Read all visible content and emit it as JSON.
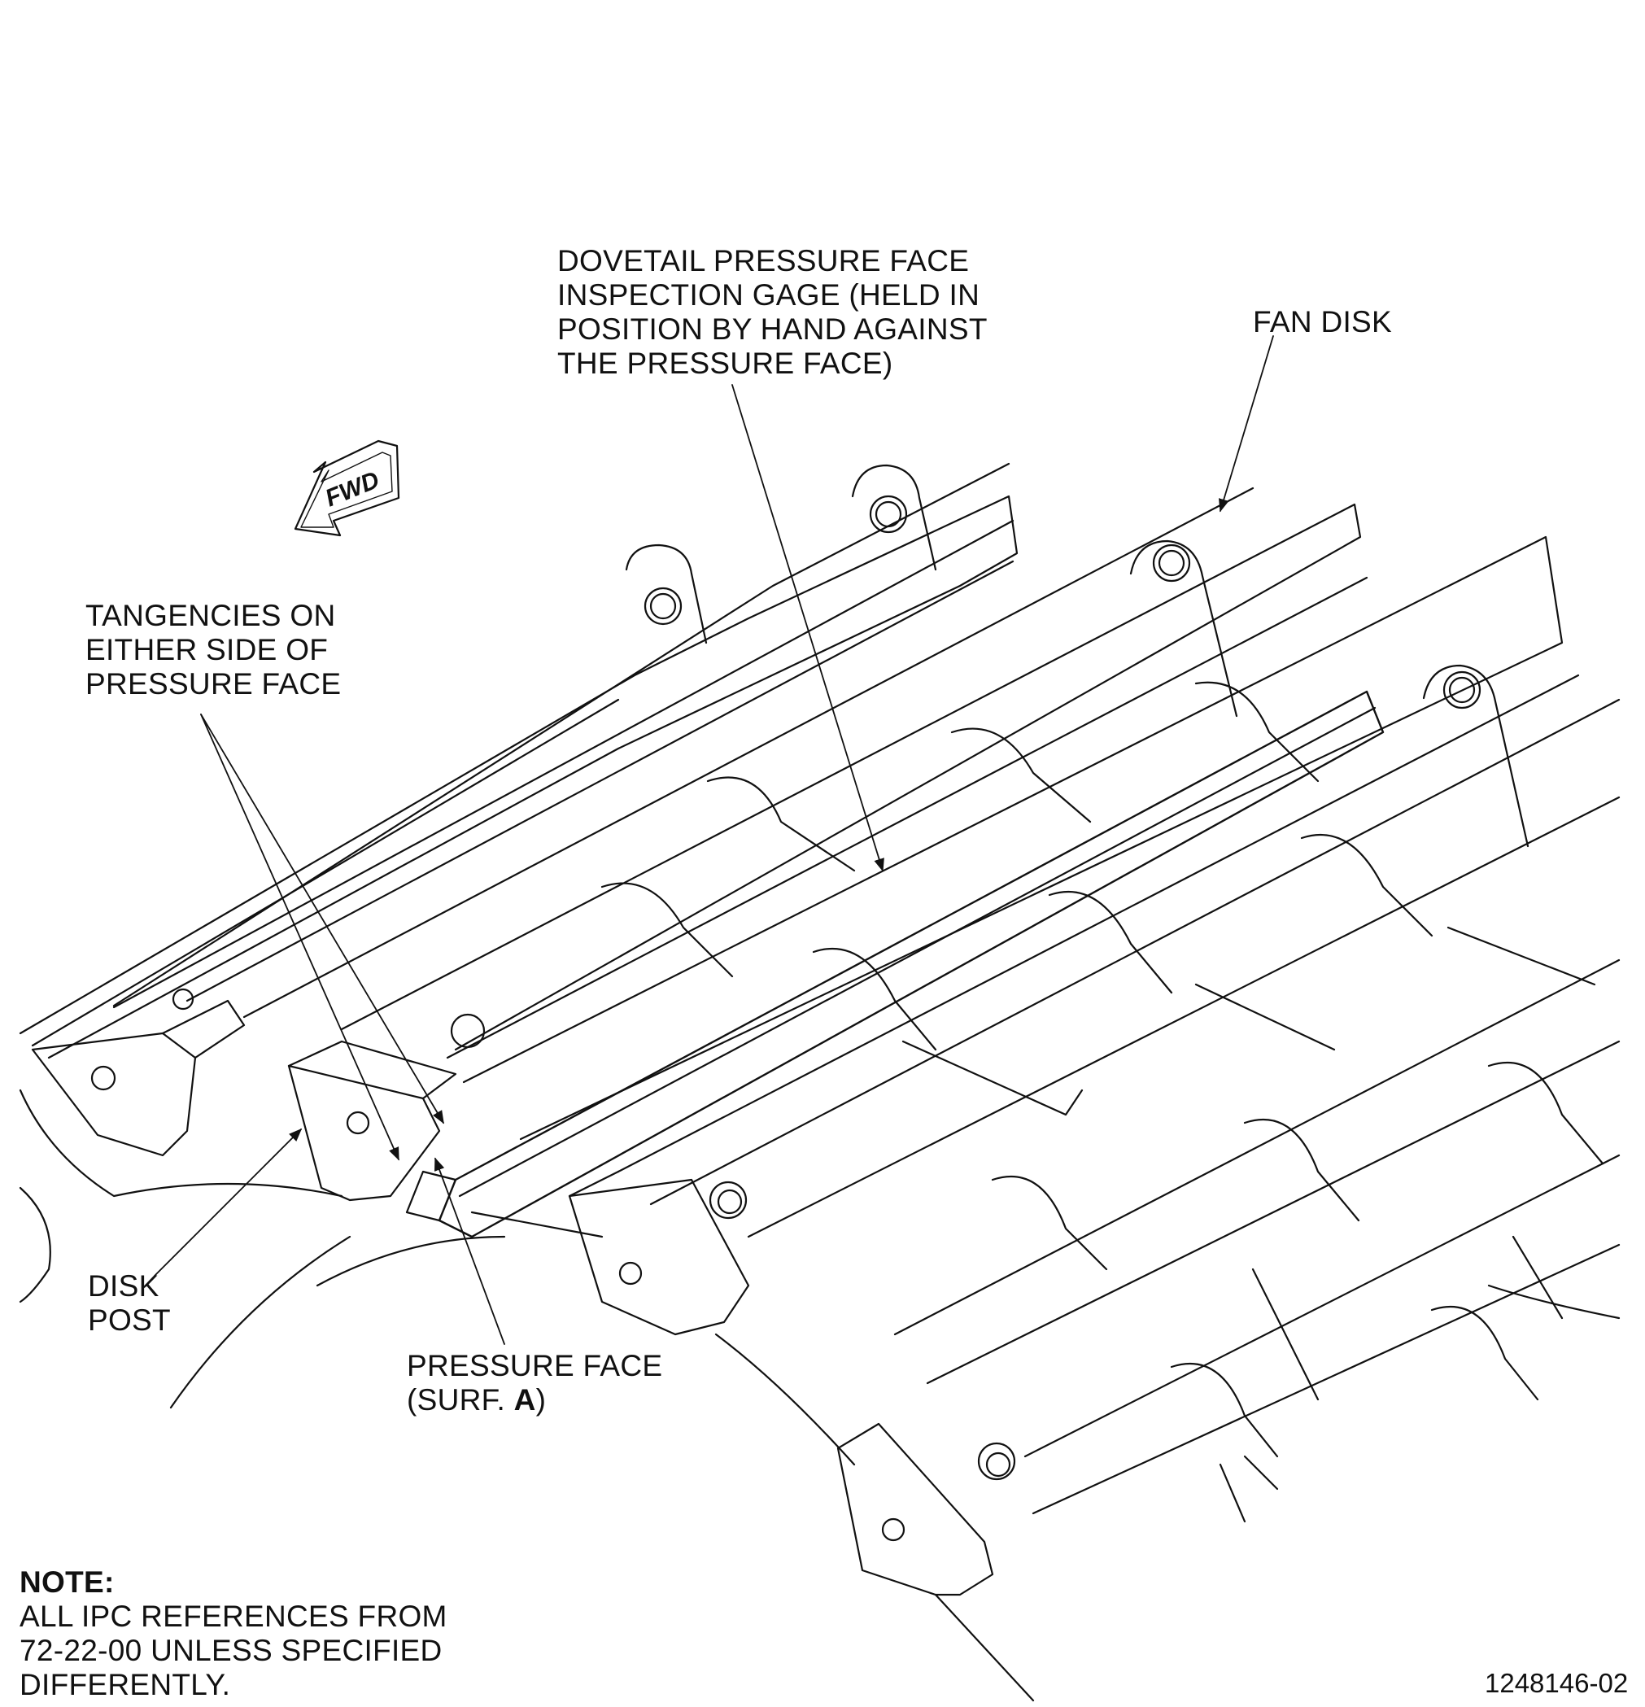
{
  "figure": {
    "labels": {
      "gage": [
        "DOVETAIL PRESSURE FACE",
        "INSPECTION GAGE (HELD IN",
        "POSITION BY HAND AGAINST",
        "THE PRESSURE FACE)"
      ],
      "fan_disk": "FAN DISK",
      "tangencies": [
        "TANGENCIES ON",
        "EITHER SIDE OF",
        "PRESSURE FACE"
      ],
      "disk_post": [
        "DISK",
        "POST"
      ],
      "pressure_face": {
        "line1": "PRESSURE FACE",
        "line2_prefix": "(SURF. ",
        "line2_bold": "A",
        "line2_suffix": ")"
      },
      "fwd_arrow": "FWD"
    },
    "note": {
      "title": "NOTE:",
      "lines": [
        "ALL IPC REFERENCES FROM",
        "72-22-00 UNLESS SPECIFIED",
        "DIFFERENTLY."
      ]
    },
    "figure_id": "1248146-02"
  }
}
